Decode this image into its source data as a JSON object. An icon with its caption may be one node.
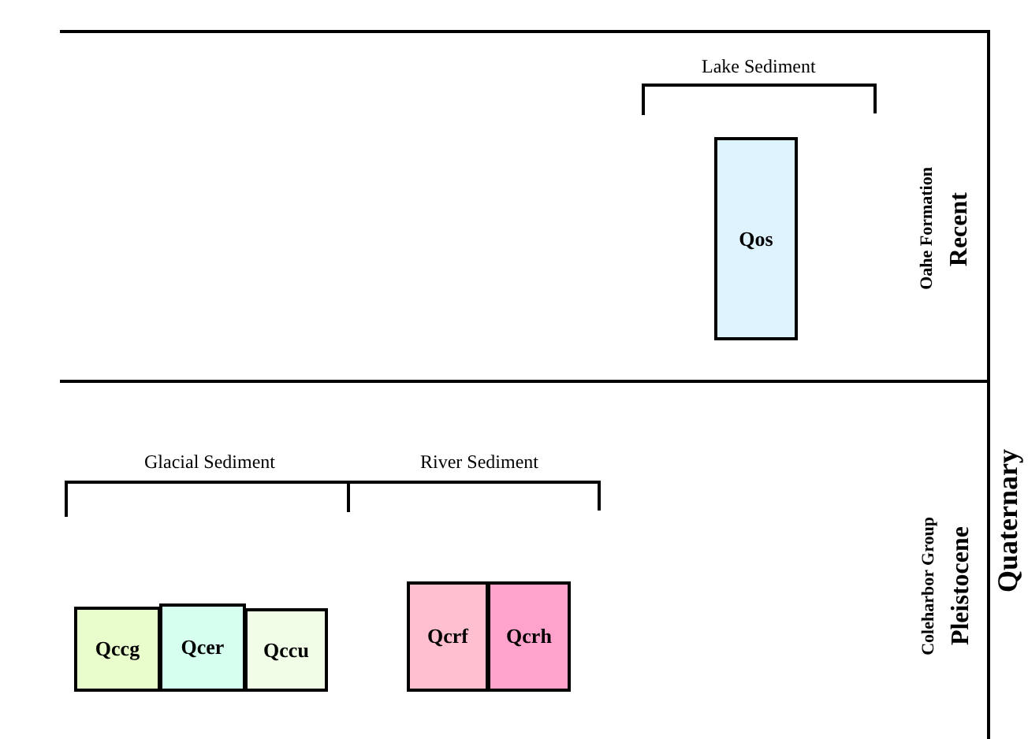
{
  "diagram": {
    "nodes": [
      {
        "text": [
          "Qos"
        ]
      },
      {
        "text": [
          "Qccg"
        ]
      },
      {
        "text": [
          "Qcer"
        ]
      },
      {
        "text": [
          "Qccu"
        ]
      },
      {
        "text": [
          "Qcrf"
        ]
      },
      {
        "text": [
          "Qcrh"
        ]
      }
    ],
    "labels": [
      "Lake Sediment",
      "Oahe Formation",
      "Recent",
      "Glacial Sediment",
      "River Sediment",
      "Coleharbor Group",
      "Pleistocene",
      "Quaternary"
    ]
  }
}
